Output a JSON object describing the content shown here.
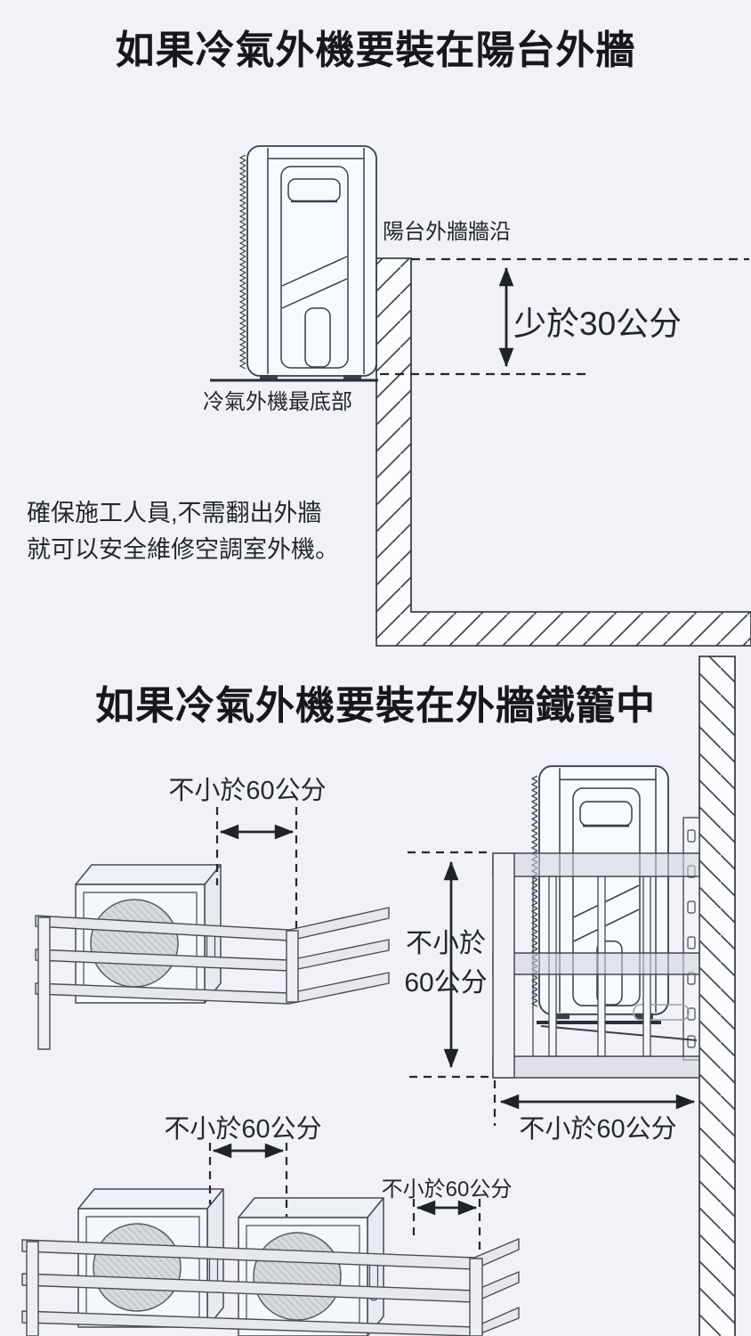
{
  "page": {
    "background": "#f1f2f7",
    "ink_color": "#34383e"
  },
  "section1": {
    "title": "如果冷氣外機要裝在陽台外牆",
    "labels": {
      "wall_edge": "陽台外牆牆沿",
      "less_than_30cm": "少於30公分",
      "unit_bottom": "冷氣外機最底部"
    },
    "note": {
      "line1": "確保施工人員,不需翻出外牆",
      "line2": "就可以安全維修空調室外機。"
    }
  },
  "section2": {
    "title": "如果冷氣外機要裝在外牆鐵籠中",
    "labels": {
      "min_60cm": "不小於60公分",
      "min_60cm_line1": "不小於",
      "min_60cm_line2": "60公分"
    }
  }
}
